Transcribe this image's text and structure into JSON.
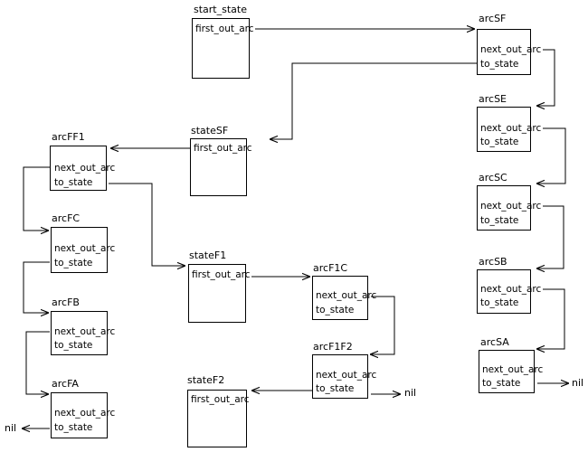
{
  "nodes": {
    "start_state": {
      "title": "start_state",
      "field1": "first_out_arc"
    },
    "arcSF": {
      "title": "arcSF",
      "field1": "next_out_arc",
      "field2": "to_state"
    },
    "arcSE": {
      "title": "arcSE",
      "field1": "next_out_arc",
      "field2": "to_state"
    },
    "arcSC": {
      "title": "arcSC",
      "field1": "next_out_arc",
      "field2": "to_state"
    },
    "arcSB": {
      "title": "arcSB",
      "field1": "next_out_arc",
      "field2": "to_state"
    },
    "arcSA": {
      "title": "arcSA",
      "field1": "next_out_arc",
      "field2": "to_state"
    },
    "stateSF": {
      "title": "stateSF",
      "field1": "first_out_arc"
    },
    "arcFF1": {
      "title": "arcFF1",
      "field1": "next_out_arc",
      "field2": "to_state"
    },
    "arcFC": {
      "title": "arcFC",
      "field1": "next_out_arc",
      "field2": "to_state"
    },
    "arcFB": {
      "title": "arcFB",
      "field1": "next_out_arc",
      "field2": "to_state"
    },
    "arcFA": {
      "title": "arcFA",
      "field1": "next_out_arc",
      "field2": "to_state"
    },
    "stateF1": {
      "title": "stateF1",
      "field1": "first_out_arc"
    },
    "arcF1C": {
      "title": "arcF1C",
      "field1": "next_out_arc",
      "field2": "to_state"
    },
    "arcF1F2": {
      "title": "arcF1F2",
      "field1": "next_out_arc",
      "field2": "to_state"
    },
    "stateF2": {
      "title": "stateF2",
      "field1": "first_out_arc"
    }
  },
  "nil_labels": {
    "arcSA": "nil",
    "arcF1F2": "nil",
    "arcFA": "nil"
  }
}
